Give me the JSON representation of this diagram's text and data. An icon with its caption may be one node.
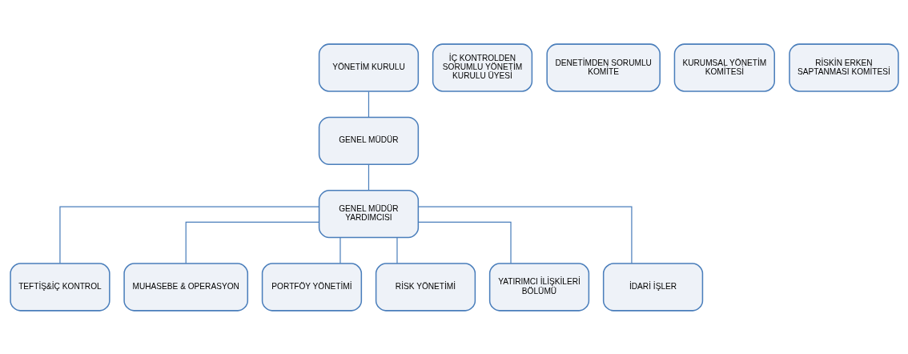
{
  "diagram": {
    "nodes": [
      {
        "text": [
          "YÖNETİM KURULU"
        ]
      },
      {
        "text": [
          "İÇ KONTROLDEN SORUMLU YÖNETİM KURULU ÜYESİ"
        ]
      },
      {
        "text": [
          "DENETİMDEN SORUMLU KOMİTE"
        ]
      },
      {
        "text": [
          "KURUMSAL YÖNETİM KOMİTESİ"
        ]
      },
      {
        "text": [
          "RİSKİN ERKEN SAPTANMASI KOMİTESİ"
        ]
      },
      {
        "text": [
          "GENEL MÜDÜR"
        ]
      },
      {
        "text": [
          "GENEL MÜDÜR YARDIMCISI"
        ]
      },
      {
        "text": [
          "TEFTİŞ&İÇ KONTROL"
        ]
      },
      {
        "text": [
          "MUHASEBE & OPERASYON"
        ]
      },
      {
        "text": [
          "PORTFÖY YÖNETİMİ"
        ]
      },
      {
        "text": [
          "RİSK YÖNETİMİ"
        ]
      },
      {
        "text": [
          "YATIRIMCI İLİŞKİLERİ BÖLÜMÜ"
        ]
      },
      {
        "text": [
          "İDARİ İŞLER"
        ]
      }
    ],
    "edges": [
      {
        "from": 0,
        "to": 5,
        "arrow": "none"
      },
      {
        "from": 5,
        "to": 6,
        "arrow": "none"
      },
      {
        "from": 6,
        "to": 7,
        "arrow": "none"
      },
      {
        "from": 6,
        "to": 8,
        "arrow": "none"
      },
      {
        "from": 6,
        "to": 9,
        "arrow": "none"
      },
      {
        "from": 6,
        "to": 10,
        "arrow": "none"
      },
      {
        "from": 6,
        "to": 11,
        "arrow": "none"
      },
      {
        "from": 6,
        "to": 12,
        "arrow": "none"
      }
    ]
  }
}
